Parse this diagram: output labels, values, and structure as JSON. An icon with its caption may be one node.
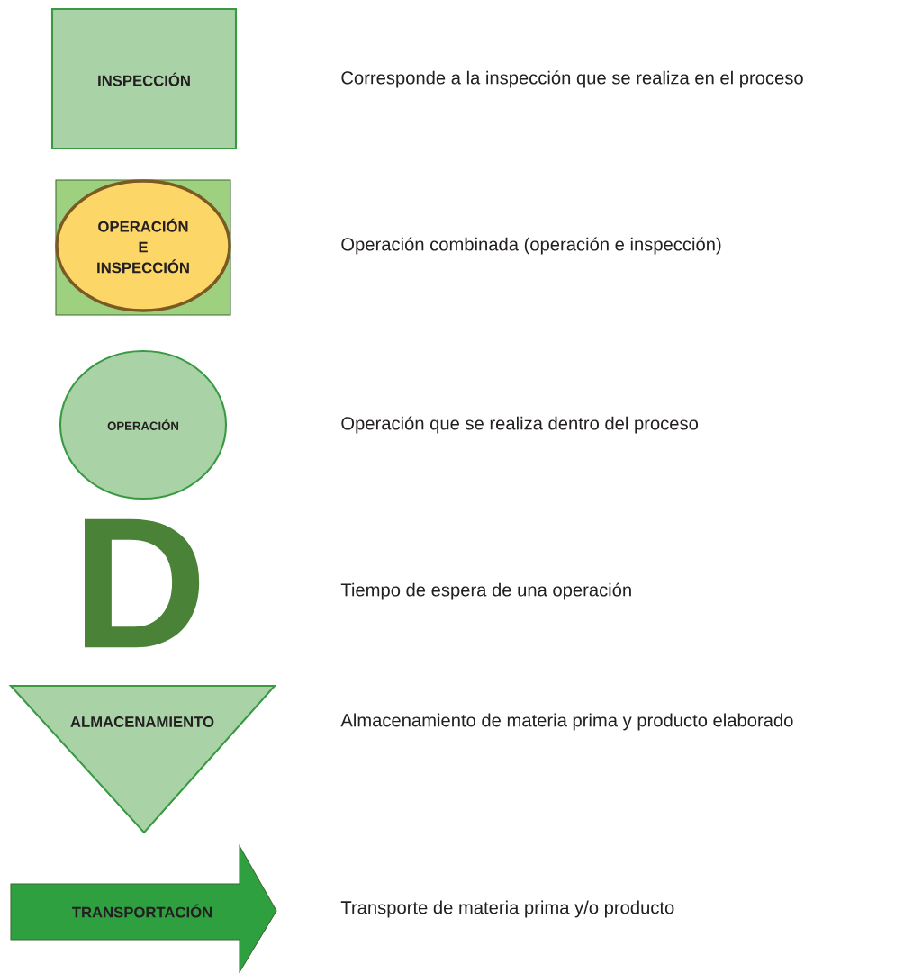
{
  "diagram": {
    "nodes": [
      {
        "text": [
          "INSPECCIÓN"
        ]
      },
      {
        "text": [
          "OPERACIÓN E INSPECCIÓN"
        ]
      },
      {
        "text": [
          "OPERACIÓN"
        ]
      },
      {
        "text": [
          "D"
        ]
      },
      {
        "text": [
          "ALMACENAMIENTO"
        ]
      },
      {
        "text": [
          "TRANSPORTACIÓN"
        ]
      }
    ],
    "labels": [
      "Corresponde a la inspección que se realiza en el proceso",
      "Operación combinada (operación e inspección)",
      "Operación que se realiza dentro del proceso",
      "Tiempo de espera de una operación",
      "Almacenamiento de materia prima y  producto elaborado",
      "Transporte de materia prima y/o producto"
    ]
  }
}
